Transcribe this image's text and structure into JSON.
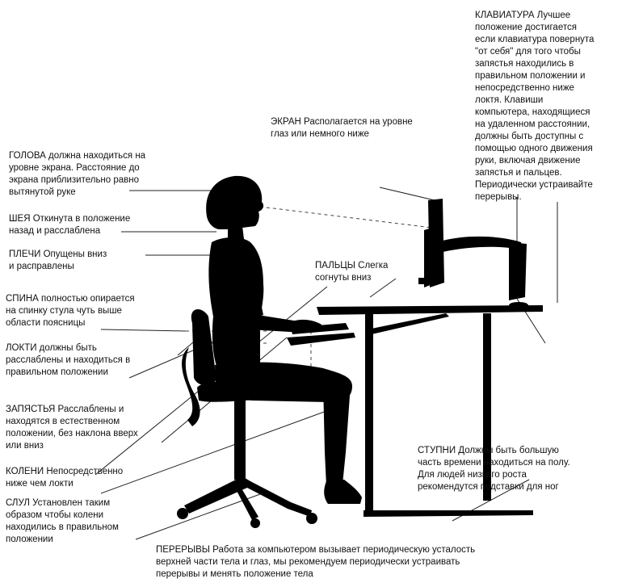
{
  "labels": {
    "keyboard": "КЛАВИАТУРА Лучшее\nположение достигается\nесли клавиатура повернута\n\"от себя\" для того чтобы\nзапястья находились в\nправильном положении и\nнепосредственно ниже\nлоктя. Клавиши\nкомпьютера, находящиеся\nна удаленном расстоянии,\nдолжны быть доступны с\nпомощью одного движения\nруки, включая движение\nзапястья и пальцев.\nПериодически устраивайте\nперерывы.",
    "screen": "ЭКРАН Располагается на уровне\nглаз или немного ниже",
    "head": "ГОЛОВА должна находиться на\nуровне экрана. Расстояние до\nэкрана приблизительно равно\nвытянутой руке",
    "neck": "ШЕЯ   Откинута в положение\nназад и расслаблена",
    "shoulders": "ПЛЕЧИ Опущены вниз\nи расправлены",
    "fingers": "ПАЛЬЦЫ Слегка\nсогнуты вниз",
    "back": "СПИНА полностью опирается\nна спинку стула  чуть выше\nобласти поясницы",
    "elbows": "ЛОКТИ должны быть\nрасслаблены и находиться в\nправильном положении",
    "wrists": "ЗАПЯСТЬЯ Расслаблены и\nнаходятся в естественном\nположении, без наклона вверх\nили вниз",
    "knees": "КОЛЕНИ Непосредственно\nниже чем локти",
    "chair": "СЛУЛ Установлен таким\nобразом чтобы колени\nнаходились в правильном\nположении",
    "feet": "СТУПНИ Должны быть большую\nчасть времени находиться  на полу.\nДля        людей        низкого       роста\nрекомендутся подставки для ног",
    "breaks": "ПЕРЕРЫВЫ Работа за компьютером вызывает периодическую усталость\nверхней части тела и глаз, мы рекомендуем периодически устраивать\nперерывы и менять положение тела"
  },
  "colors": {
    "silhouette": "#000000",
    "text": "#111111",
    "background": "#ffffff"
  }
}
